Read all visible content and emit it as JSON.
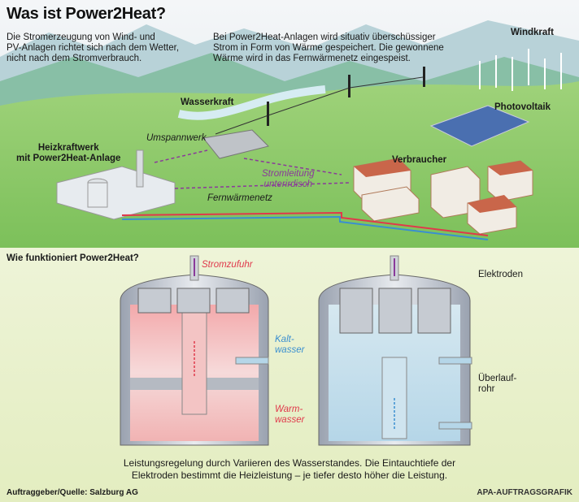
{
  "title": "Was ist Power2Heat?",
  "intro_left": [
    "Die Stromerzeugung von Wind- und",
    "PV-Anlagen richtet sich nach dem Wetter,",
    "nicht nach dem Stromverbrauch."
  ],
  "intro_right": [
    "Bei Power2Heat-Anlagen wird situativ überschüssiger",
    "Strom in Form von Wärme gespeichert. Die gewonnene",
    "Wärme wird in das Fernwärmenetz eingespeist."
  ],
  "landscape_labels": {
    "windkraft": "Windkraft",
    "wasserkraft": "Wasserkraft",
    "photovoltaik": "Photovoltaik",
    "heizkraftwerk": [
      "Heizkraftwerk",
      "mit Power2Heat-Anlage"
    ],
    "umspannwerk": "Umspannwerk",
    "verbraucher": "Verbraucher",
    "stromleitung": [
      "Stromleitung",
      "unterirdisch"
    ],
    "fernwaermenetz": "Fernwärmenetz"
  },
  "section2_title": "Wie funktioniert Power2Heat?",
  "tank_labels": {
    "stromzufuhr": "Stromzufuhr",
    "elektroden": "Elektroden",
    "kaltwasser": [
      "Kalt-",
      "wasser"
    ],
    "warmwasser": [
      "Warm-",
      "wasser"
    ],
    "ueberlaufrohr": [
      "Überlauf-",
      "rohr"
    ]
  },
  "caption": [
    "Leistungsregelung durch Variieren des Wasserstandes. Die Eintauchtiefe der",
    "Elektroden bestimmt die Heizleistung – je tiefer desto höher die Leistung."
  ],
  "source": "Auftraggeber/Quelle: Salzburg AG",
  "credit": "APA-AUFTRAGSGRAFIK",
  "colors": {
    "warm": "#e0394b",
    "cold": "#3a8fd0",
    "power": "#8a3a9a",
    "warm_water": "#f1b6b6",
    "cold_water": "#bcdcec"
  }
}
